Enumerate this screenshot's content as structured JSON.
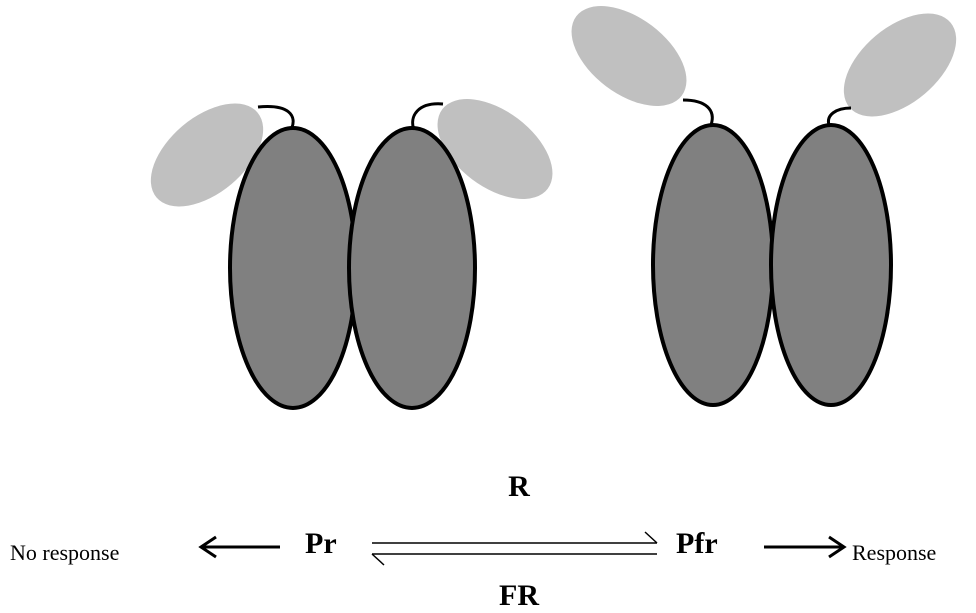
{
  "colors": {
    "dark_lobe": "#808080",
    "light_lobe": "#c0c0c0",
    "stroke": "#000000",
    "background": "#ffffff"
  },
  "labels": {
    "forward_light": "R",
    "reverse_light": "FR",
    "inactive_form": "Pr",
    "active_form": "Pfr",
    "inactive_outcome": "No response",
    "active_outcome": "Response"
  }
}
